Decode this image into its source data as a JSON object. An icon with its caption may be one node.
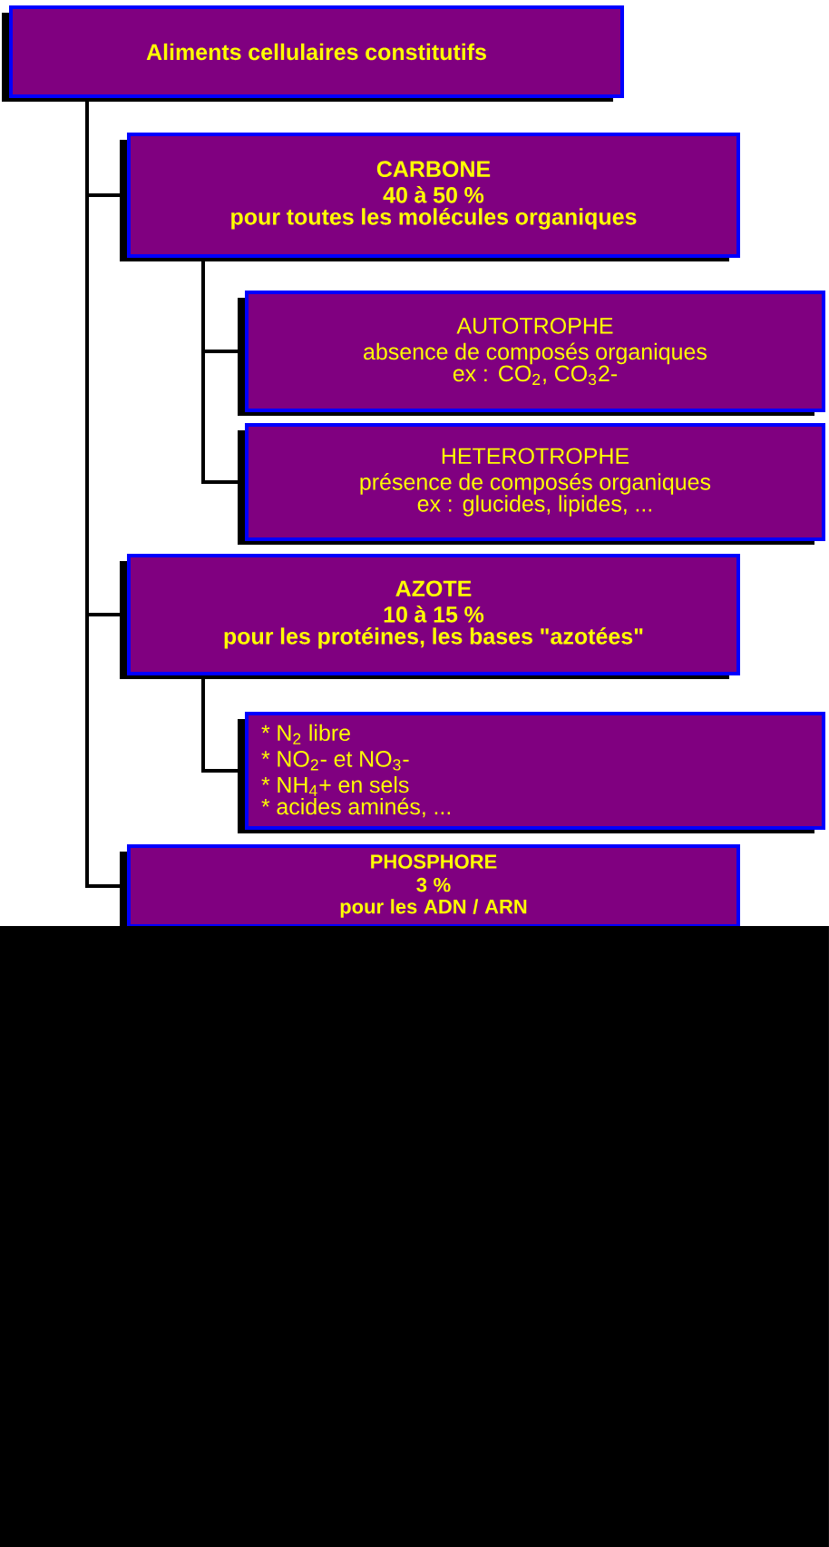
{
  "diagram": {
    "nodes": [
      {
        "text": [
          "Aliments cellulaires constitutifs"
        ]
      },
      {
        "text": [
          "CARBONE",
          "40 à 50 %",
          "pour toutes les molécules organiques"
        ]
      },
      {
        "text": [
          "AUTOTROPHE",
          "absence de composés organiques",
          "ex : CO$_{2}$, CO$_{3}$2-"
        ]
      },
      {
        "text": [
          "HETEROTROPHE",
          "présence de composés organiques",
          "ex : glucides, lipides, ..."
        ]
      },
      {
        "text": [
          "AZOTE",
          "10 à 15 %",
          "pour les protéines, les bases \"azotées\""
        ]
      },
      {
        "text": [
          "* N$_{2}$ libre",
          "* NO$_{2}$- et NO$_{3}$-",
          "* NH$_{4}$+ en sels",
          "* acides aminés, ..."
        ]
      },
      {
        "text": [
          "PHOSPHORE",
          "3 %",
          "pour les ADN / ARN"
        ]
      }
    ],
    "edges": [
      {
        "from": 0,
        "to": 1,
        "arrow": "none"
      },
      {
        "from": 1,
        "to": 2,
        "arrow": "none"
      },
      {
        "from": 1,
        "to": 3,
        "arrow": "none"
      },
      {
        "from": 0,
        "to": 4,
        "arrow": "none"
      },
      {
        "from": 4,
        "to": 5,
        "arrow": "none"
      },
      {
        "from": 0,
        "to": 6,
        "arrow": "none"
      }
    ]
  }
}
